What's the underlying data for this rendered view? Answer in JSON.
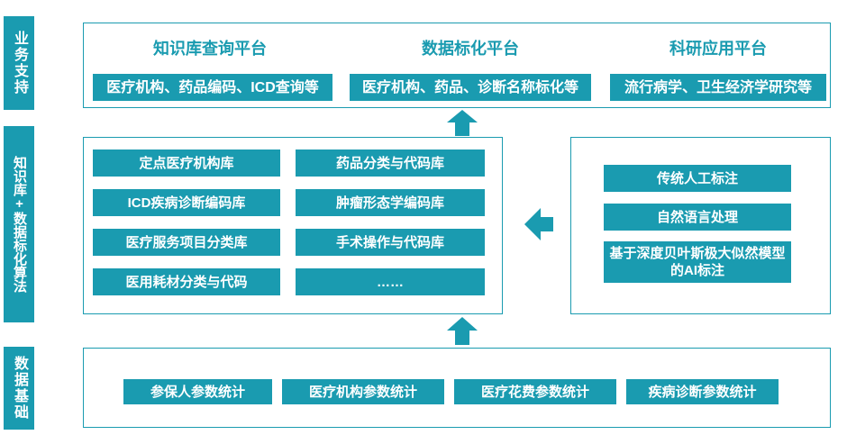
{
  "sidebar": {
    "business_support": "业务支持",
    "knowledge_algorithms": "知识库+数据标化算法",
    "data_foundation": "数据基础"
  },
  "platforms": [
    {
      "title": "知识库查询平台",
      "desc": "医疗机构、药品编码、ICD查询等"
    },
    {
      "title": "数据标化平台",
      "desc": "医疗机构、药品、诊断名称标化等"
    },
    {
      "title": "科研应用平台",
      "desc": "流行病学、卫生经济学研究等"
    }
  ],
  "knowledge_bases": [
    "定点医疗机构库",
    "药品分类与代码库",
    "ICD疾病诊断编码库",
    "肿瘤形态学编码库",
    "医疗服务项目分类库",
    "手术操作与代码库",
    "医用耗材分类与代码",
    "……"
  ],
  "algorithms": [
    "传统人工标注",
    "自然语言处理",
    "基于深度贝叶斯极大似然模型的AI标注"
  ],
  "statistics": [
    "参保人参数统计",
    "医疗机构参数统计",
    "医疗花费参数统计",
    "疾病诊断参数统计"
  ],
  "colors": {
    "accent": "#1a9bb0",
    "frame_border": "#1a9bb0"
  }
}
